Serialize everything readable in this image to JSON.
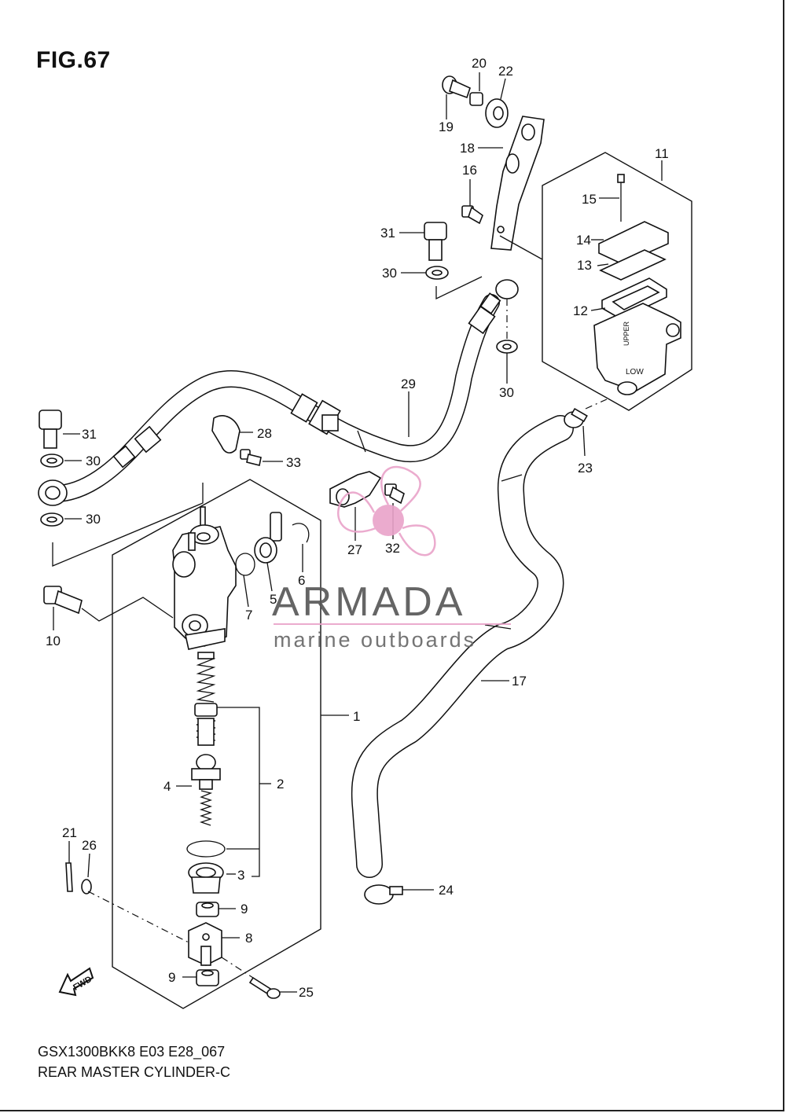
{
  "figure": {
    "title": "FIG.67",
    "code": "GSX1300BKK8 E03 E28_067",
    "name": "REAR MASTER CYLINDER-C"
  },
  "watermark": {
    "brand": "ARMADA",
    "tagline": "marine outboards",
    "accent_color": "#e9a3c9"
  },
  "fwd_arrow": {
    "label": "FWD"
  },
  "reservoir_text": {
    "upper": "UPPER",
    "lower": "LOW"
  },
  "callouts": [
    {
      "id": "c1",
      "label": "1"
    },
    {
      "id": "c2",
      "label": "2"
    },
    {
      "id": "c3",
      "label": "3"
    },
    {
      "id": "c4",
      "label": "4"
    },
    {
      "id": "c5",
      "label": "5"
    },
    {
      "id": "c6",
      "label": "6"
    },
    {
      "id": "c7",
      "label": "7"
    },
    {
      "id": "c8",
      "label": "8"
    },
    {
      "id": "c9a",
      "label": "9"
    },
    {
      "id": "c9b",
      "label": "9"
    },
    {
      "id": "c10",
      "label": "10"
    },
    {
      "id": "c11",
      "label": "11"
    },
    {
      "id": "c12",
      "label": "12"
    },
    {
      "id": "c13",
      "label": "13"
    },
    {
      "id": "c14",
      "label": "14"
    },
    {
      "id": "c15",
      "label": "15"
    },
    {
      "id": "c16",
      "label": "16"
    },
    {
      "id": "c17",
      "label": "17"
    },
    {
      "id": "c18",
      "label": "18"
    },
    {
      "id": "c19",
      "label": "19"
    },
    {
      "id": "c20",
      "label": "20"
    },
    {
      "id": "c21",
      "label": "21"
    },
    {
      "id": "c22",
      "label": "22"
    },
    {
      "id": "c23",
      "label": "23"
    },
    {
      "id": "c24",
      "label": "24"
    },
    {
      "id": "c25",
      "label": "25"
    },
    {
      "id": "c26",
      "label": "26"
    },
    {
      "id": "c27",
      "label": "27"
    },
    {
      "id": "c28",
      "label": "28"
    },
    {
      "id": "c29",
      "label": "29"
    },
    {
      "id": "c30a",
      "label": "30"
    },
    {
      "id": "c30b",
      "label": "30"
    },
    {
      "id": "c30c",
      "label": "30"
    },
    {
      "id": "c30d",
      "label": "30"
    },
    {
      "id": "c31a",
      "label": "31"
    },
    {
      "id": "c31b",
      "label": "31"
    },
    {
      "id": "c32",
      "label": "32"
    },
    {
      "id": "c33",
      "label": "33"
    }
  ]
}
